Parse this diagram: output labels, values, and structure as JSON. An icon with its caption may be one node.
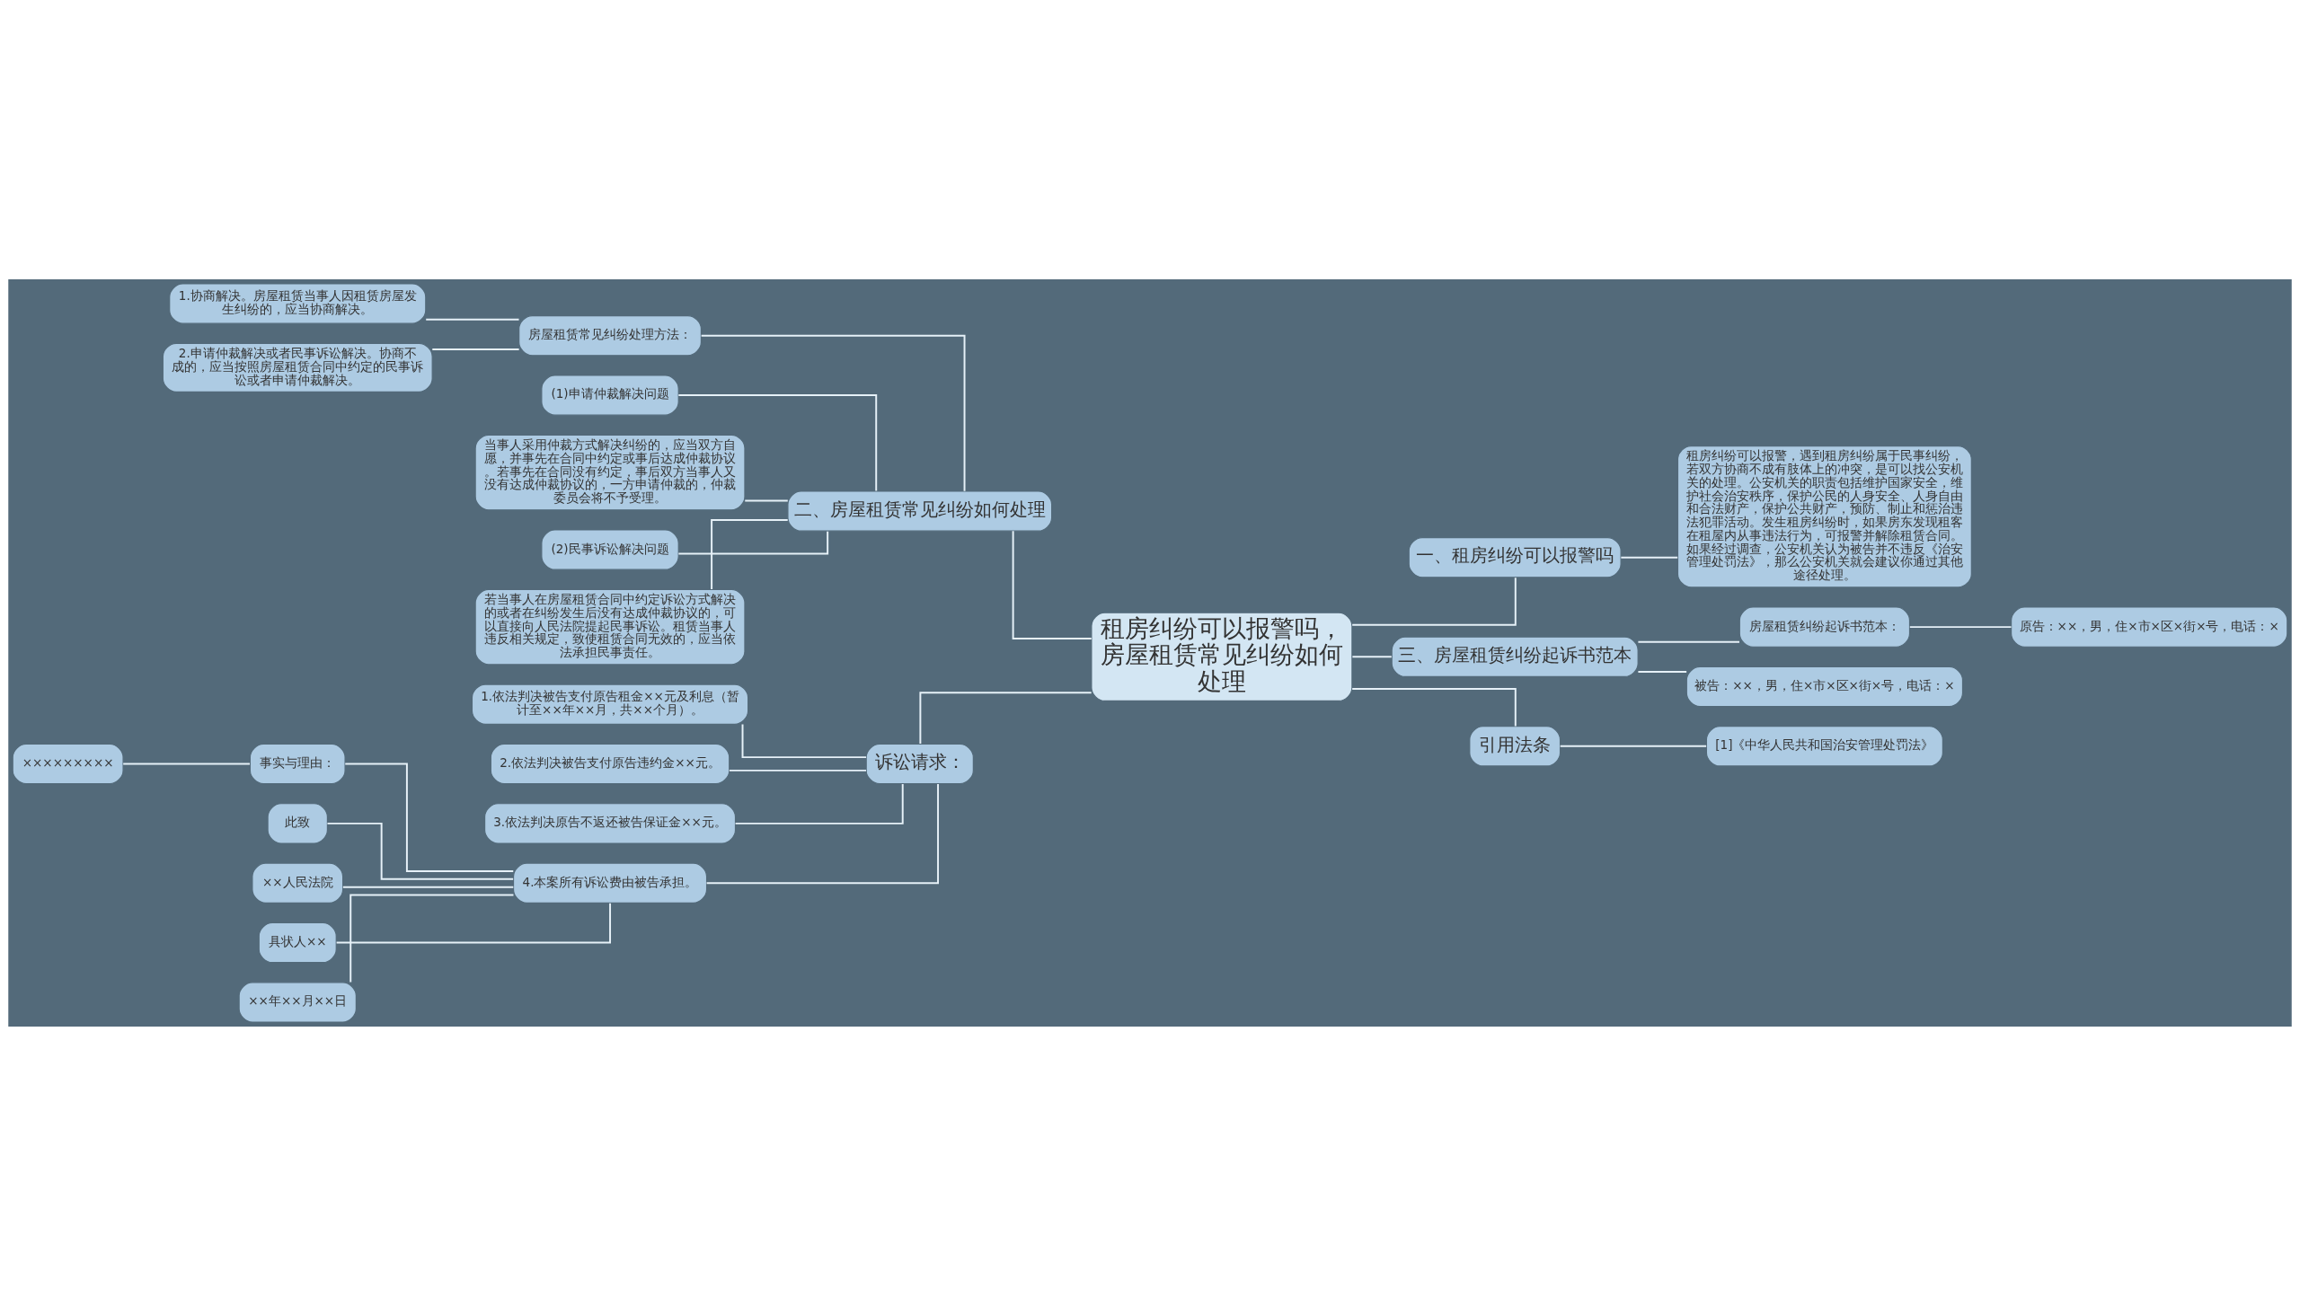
{
  "diagram": {
    "nodes": [
      {
        "text": [
          "租房纠纷可以报警吗，房屋租赁常见纠纷如何处理"
        ]
      },
      {
        "text": [
          "一、租房纠纷可以报警吗"
        ]
      },
      {
        "text": [
          "租房纠纷可以报警，遇到租房纠纷属于民事纠纷，若双方协商不成有肢体上的冲突，是可以找公安机关的处理。公安机关的职责包括维护国家安全，维护社会治安秩序，保护公民的人身安全、人身自由和合法财产，保护公共财产，预防、制止和惩治违法犯罪活动。发生租房纠纷时，如果房东发现租客在租屋内从事违法行为，可报警并解除租赁合同。如果经过调查，公安机关认为被告并不违反《治安管理处罚法》，那么公安机关就会建议你通过其他途径处理。"
        ]
      },
      {
        "text": [
          "二、房屋租赁常见纠纷如何处理"
        ]
      },
      {
        "text": [
          "房屋租赁常见纠纷处理方法："
        ]
      },
      {
        "text": [
          "1.协商解决。房屋租赁当事人因租赁房屋发生纠纷的，应当协商解决。"
        ]
      },
      {
        "text": [
          "2.申请仲裁解决或者民事诉讼解决。协商不成的，应当按照房屋租赁合同中约定的民事诉讼或者申请仲裁解决。"
        ]
      },
      {
        "text": [
          "(1)申请仲裁解决问题"
        ]
      },
      {
        "text": [
          "当事人采用仲裁方式解决纠纷的，应当双方自愿，并事先在合同中约定或事后达成仲裁协议。若事先在合同没有约定，事后双方当事人又没有达成仲裁协议的，一方申请仲裁的，仲裁委员会将不予受理。"
        ]
      },
      {
        "text": [
          "(2)民事诉讼解决问题"
        ]
      },
      {
        "text": [
          "若当事人在房屋租赁合同中约定诉讼方式解决的或者在纠纷发生后没有达成仲裁协议的，可以直接向人民法院提起民事诉讼。租赁当事人违反相关规定，致使租赁合同无效的，应当依法承担民事责任。"
        ]
      },
      {
        "text": [
          "三、房屋租赁纠纷起诉书范本"
        ]
      },
      {
        "text": [
          "房屋租赁纠纷起诉书范本："
        ]
      },
      {
        "text": [
          "原告：××，男，住×市×区×街×号，电话：×"
        ]
      },
      {
        "text": [
          "被告：××，男，住×市×区×街×号，电话：×"
        ]
      },
      {
        "text": [
          "诉讼请求："
        ]
      },
      {
        "text": [
          "1.依法判决被告支付原告租金××元及利息（暂计至××年××月，共××个月）。"
        ]
      },
      {
        "text": [
          "2.依法判决被告支付原告违约金××元。"
        ]
      },
      {
        "text": [
          "3.依法判决原告不返还被告保证金××元。"
        ]
      },
      {
        "text": [
          "4.本案所有诉讼费由被告承担。"
        ]
      },
      {
        "text": [
          "事实与理由："
        ]
      },
      {
        "text": [
          "×××××××××"
        ]
      },
      {
        "text": [
          "此致"
        ]
      },
      {
        "text": [
          "××人民法院"
        ]
      },
      {
        "text": [
          "具状人××"
        ]
      },
      {
        "text": [
          "××年××月××日"
        ]
      },
      {
        "text": [
          "引用法条"
        ]
      },
      {
        "text": [
          "[1]《中华人民共和国治安管理处罚法》"
        ]
      }
    ],
    "edges": [
      {
        "from": 0,
        "to": 1,
        "arrow": "none"
      },
      {
        "from": 1,
        "to": 2,
        "arrow": "none"
      },
      {
        "from": 0,
        "to": 3,
        "arrow": "none"
      },
      {
        "from": 3,
        "to": 4,
        "arrow": "none"
      },
      {
        "from": 4,
        "to": 5,
        "arrow": "none"
      },
      {
        "from": 4,
        "to": 6,
        "arrow": "none"
      },
      {
        "from": 3,
        "to": 7,
        "arrow": "none"
      },
      {
        "from": 3,
        "to": 8,
        "arrow": "none"
      },
      {
        "from": 3,
        "to": 9,
        "arrow": "none"
      },
      {
        "from": 3,
        "to": 10,
        "arrow": "none"
      },
      {
        "from": 0,
        "to": 11,
        "arrow": "none"
      },
      {
        "from": 11,
        "to": 12,
        "arrow": "none"
      },
      {
        "from": 12,
        "to": 13,
        "arrow": "none"
      },
      {
        "from": 11,
        "to": 14,
        "arrow": "none"
      },
      {
        "from": 0,
        "to": 15,
        "arrow": "none"
      },
      {
        "from": 15,
        "to": 16,
        "arrow": "none"
      },
      {
        "from": 15,
        "to": 17,
        "arrow": "none"
      },
      {
        "from": 15,
        "to": 18,
        "arrow": "none"
      },
      {
        "from": 15,
        "to": 19,
        "arrow": "none"
      },
      {
        "from": 19,
        "to": 20,
        "arrow": "none"
      },
      {
        "from": 20,
        "to": 21,
        "arrow": "none"
      },
      {
        "from": 19,
        "to": 22,
        "arrow": "none"
      },
      {
        "from": 19,
        "to": 23,
        "arrow": "none"
      },
      {
        "from": 19,
        "to": 24,
        "arrow": "none"
      },
      {
        "from": 19,
        "to": 25,
        "arrow": "none"
      },
      {
        "from": 0,
        "to": 26,
        "arrow": "none"
      },
      {
        "from": 26,
        "to": 27,
        "arrow": "none"
      }
    ]
  }
}
